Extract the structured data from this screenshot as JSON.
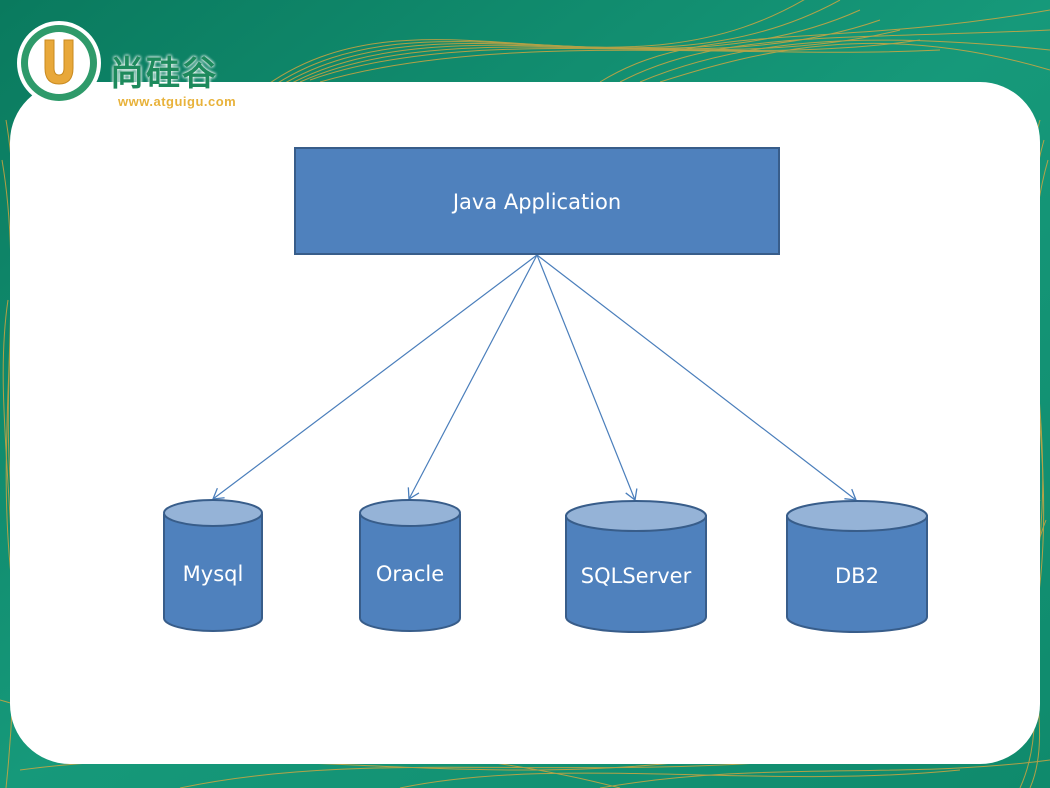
{
  "logo": {
    "brand": "尚硅谷",
    "url": "www.atguigu.com",
    "letter": "U"
  },
  "diagram": {
    "top_node": "Java Application",
    "databases": [
      "Mysql",
      "Oracle",
      "SQLServer",
      "DB2"
    ]
  },
  "colors": {
    "node_fill": "#4f81bd",
    "node_stroke": "#385d8a",
    "cylinder_top": "#95b3d7",
    "edge": "#4a7ebb",
    "background_green": "#0e7a62",
    "background_gold": "#e3a63a"
  }
}
